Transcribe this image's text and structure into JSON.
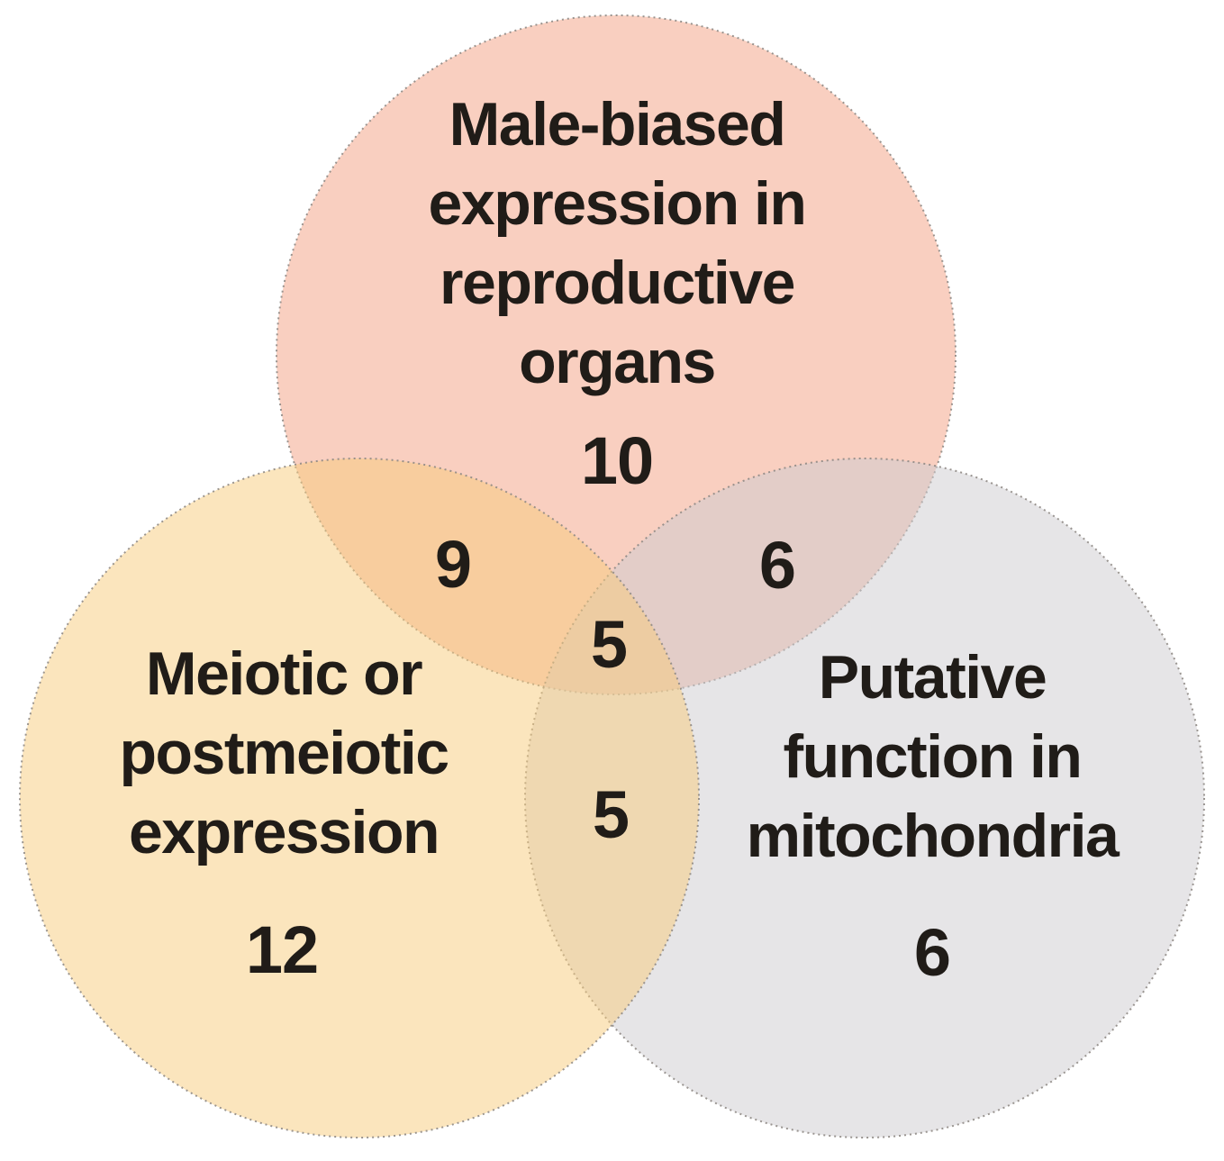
{
  "figure": {
    "background_color": "#ffffff",
    "text_color": "#201c18",
    "circle_border_color": "#8f8a85"
  },
  "chart_data": {
    "type": "venn",
    "fill_opacity": 0.5,
    "sets": [
      {
        "name": "Male-biased expression in reproductive organs",
        "label_lines": [
          "Male-biased",
          "expression in",
          "reproductive",
          "organs"
        ],
        "exclusive_count": 10,
        "fill_color": "#f39f81"
      },
      {
        "name": "Meiotic or postmeiotic expression",
        "label_lines": [
          "Meiotic or",
          "postmeiotic",
          "expression"
        ],
        "exclusive_count": 12,
        "fill_color": "#f7cb7b"
      },
      {
        "name": "Putative function in mitochondria",
        "label_lines": [
          "Putative",
          "function in",
          "mitochondria"
        ],
        "exclusive_count": 6,
        "fill_color": "#cdcbcf"
      }
    ],
    "intersections": [
      {
        "sets": [
          "Male-biased expression in reproductive organs",
          "Meiotic or postmeiotic expression"
        ],
        "count": 9
      },
      {
        "sets": [
          "Male-biased expression in reproductive organs",
          "Putative function in mitochondria"
        ],
        "count": 6
      },
      {
        "sets": [
          "Meiotic or postmeiotic expression",
          "Putative function in mitochondria"
        ],
        "count": 5
      },
      {
        "sets": [
          "Male-biased expression in reproductive organs",
          "Meiotic or postmeiotic expression",
          "Putative function in mitochondria"
        ],
        "count": 5
      }
    ]
  }
}
